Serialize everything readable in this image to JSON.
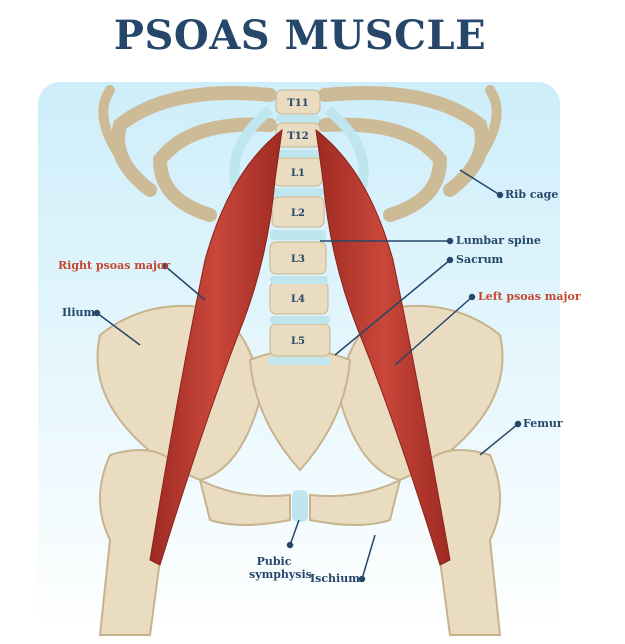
{
  "title": "PSOAS MUSCLE",
  "vertebrae": [
    "T11",
    "T12",
    "L1",
    "L2",
    "L3",
    "L4",
    "L5"
  ],
  "labels": {
    "rib_cage": "Rib cage",
    "lumbar_spine": "Lumbar spine",
    "sacrum": "Sacrum",
    "left_psoas_major": "Left psoas major",
    "right_psoas_major": "Right psoas major",
    "ilium": "Ilium",
    "femur": "Femur",
    "pubic_symphysis_1": "Pubic",
    "pubic_symphysis_2": "symphysis",
    "ischium": "Ischium"
  },
  "colors": {
    "title": "#26466a",
    "muscle": "#b8352b",
    "bone": "#e9dcc0",
    "cartilage": "#bfe6ef",
    "accent_label": "#c4482e"
  }
}
